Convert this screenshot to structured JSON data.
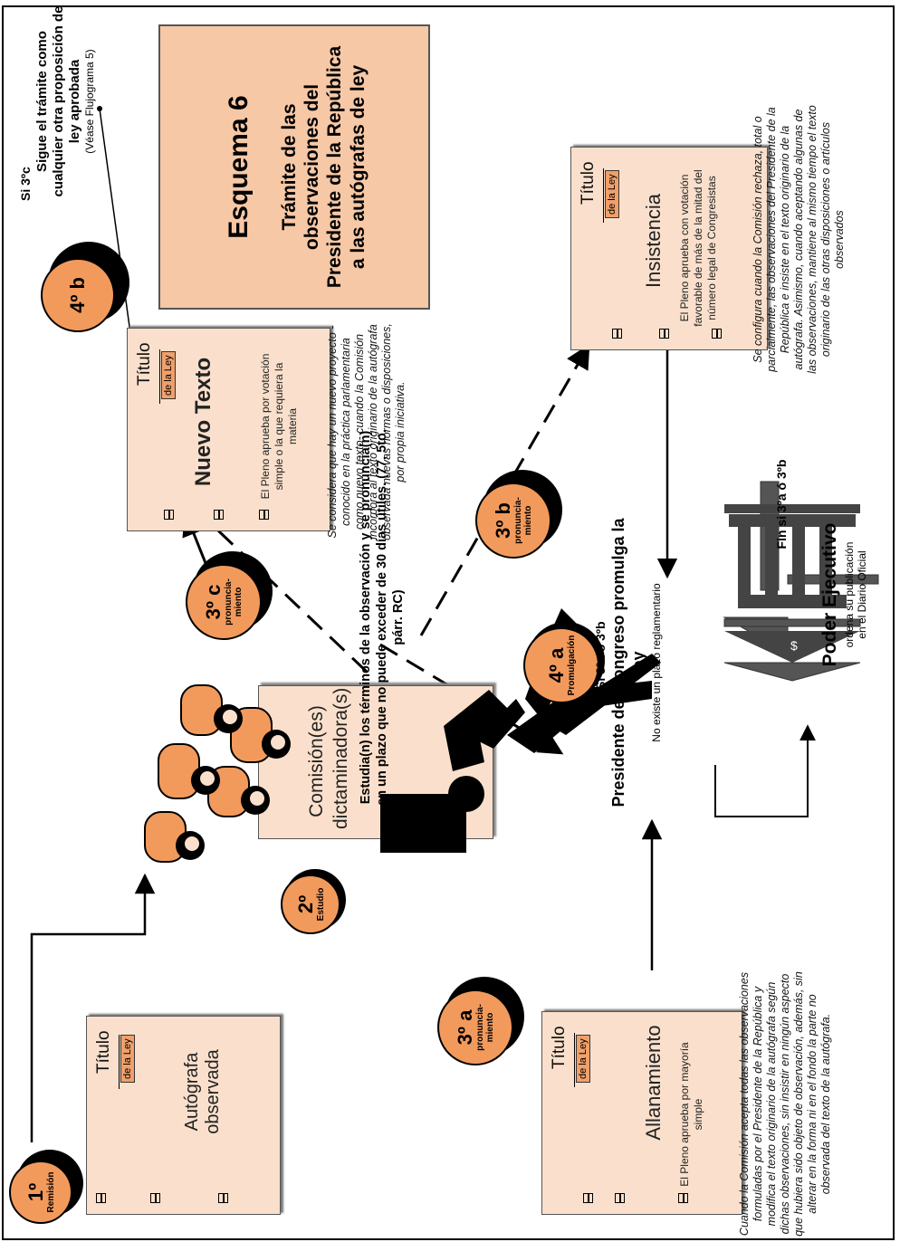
{
  "title": {
    "heading": "Esquema 6",
    "subtitle": "Trámite de las observaciones del Presidente de la República a las autógrafas de ley"
  },
  "doc_common": {
    "titulo": "Título",
    "de_la_ley": "de la Ley"
  },
  "docs": {
    "autografa": {
      "name": "Autógrafa observada"
    },
    "allanamiento": {
      "name": "Allanamiento",
      "desc": "El Pleno aprueba por mayoría simple"
    },
    "nuevo_texto": {
      "name": "Nuevo Texto",
      "desc": "El Pleno aprueba por votación simple o la que requiera la materia"
    },
    "insistencia": {
      "name": "Insistencia",
      "desc": "El Pleno aprueba con votación favorable de más de la mitad del número legal de Congresistas"
    }
  },
  "badges": {
    "b1": {
      "num": "1º",
      "sub": "Remisión"
    },
    "b2": {
      "num": "2º",
      "sub": "Estudio"
    },
    "b3a": {
      "num": "3º a",
      "sub": "pronuncia-miento"
    },
    "b3b": {
      "num": "3º b",
      "sub": "pronuncia-miento"
    },
    "b3c": {
      "num": "3º c",
      "sub": "pronuncia-miento"
    },
    "b4a": {
      "num": "4º a",
      "sub": "Promulgación"
    },
    "b4b": {
      "num": "4º b",
      "sub": ""
    }
  },
  "comision": {
    "label": "Comisión(es) dictaminadora(s)"
  },
  "estudio_text": "Estudia(n) los términos de la observación y se pronuncia(n) en un plazo que no puede exceder de 30 días útiles. (77, 5to. párr. RC)",
  "notes": {
    "allanamiento": "Cuando la Comisión acepta todas las observaciones formuladas por el Presidente de la República y modifica el texto originario de la autógrafa según dichas observaciones, sin insistir en ningún aspecto que hubiera sido objeto de observación, además, sin alterar en la forma ni en el fondo la parte no observada del texto de la autógrafa.",
    "nuevo_texto": "Se considera que hay un nuevo proyecto -conocido en la práctica parlamentaria como nuevo texto- cuando la Comisión incorpora al texto originario de la autógrafa observada nuevas normas o disposiciones, por propia iniciativa.",
    "insistencia": "Se configura cuando la Comisión rechaza, total o parcialmente, las observaciones del Presidente de la República e insiste en el texto originario de la autógrafa. Asimismo, cuando aceptando algunas de las observaciones, mantiene al mismo tiempo el texto originario de las otras disposiciones o artículos observados"
  },
  "sigue": {
    "line1": "Si 3ºc",
    "line2": "Sigue el trámite como cualquier otra proposición de ley aprobada",
    "line3": "(Véase Flujograma 5)"
  },
  "presidente": {
    "cond": "Si 3ºa ó 3ºb",
    "main": "Presidente del Congreso promulga la ley",
    "sub": "No existe un plazo reglamentario"
  },
  "ejecutivo": {
    "fin": "Fin si 3ºa ó 3ºb",
    "title": "Poder Ejecutivo",
    "sub": "ordena su publicación en el Diario Oficial",
    "symbol": "$"
  },
  "colors": {
    "accent": "#f29a5c",
    "doc_bg": "#fae0cc",
    "title_bg": "#f7c8a6"
  },
  "icons": [
    "people-group-icon",
    "person-walking-icon",
    "government-building-icon"
  ]
}
